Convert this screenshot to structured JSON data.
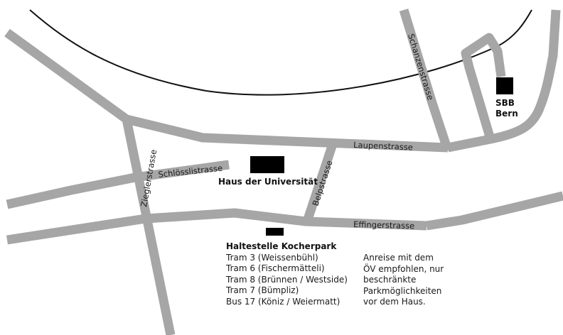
{
  "colors": {
    "road": "#a6a6a6",
    "rail": "#111111",
    "marker": "#000000",
    "background": "#ffffff"
  },
  "streets": {
    "schanzenstrasse": "Schanzenstrasse",
    "laupenstrasse": "Laupenstrasse",
    "schloesslistrasse": "Schlösslistrasse",
    "zieglerstrasse": "Zieglerstrasse",
    "belpstrasse": "Belpstrasse",
    "effingerstrasse": "Effingerstrasse"
  },
  "places": {
    "sbb_line1": "SBB",
    "sbb_line2": "Bern",
    "haus_der_universitaet": "Haus der Universität"
  },
  "transit": {
    "stop_name": "Haltestelle Kocherpark",
    "lines": [
      "Tram 3 (Weissenbühl)",
      "Tram 6 (Fischermätteli)",
      "Tram 8 (Brünnen / Westside)",
      "Tram 7 (Bümpliz)",
      "Bus 17 (Köniz / Weiermatt)"
    ]
  },
  "note": {
    "lines": [
      "Anreise mit dem",
      "ÖV empfohlen, nur",
      "beschränkte",
      "Parkmöglichkeiten",
      "vor dem Haus."
    ]
  }
}
